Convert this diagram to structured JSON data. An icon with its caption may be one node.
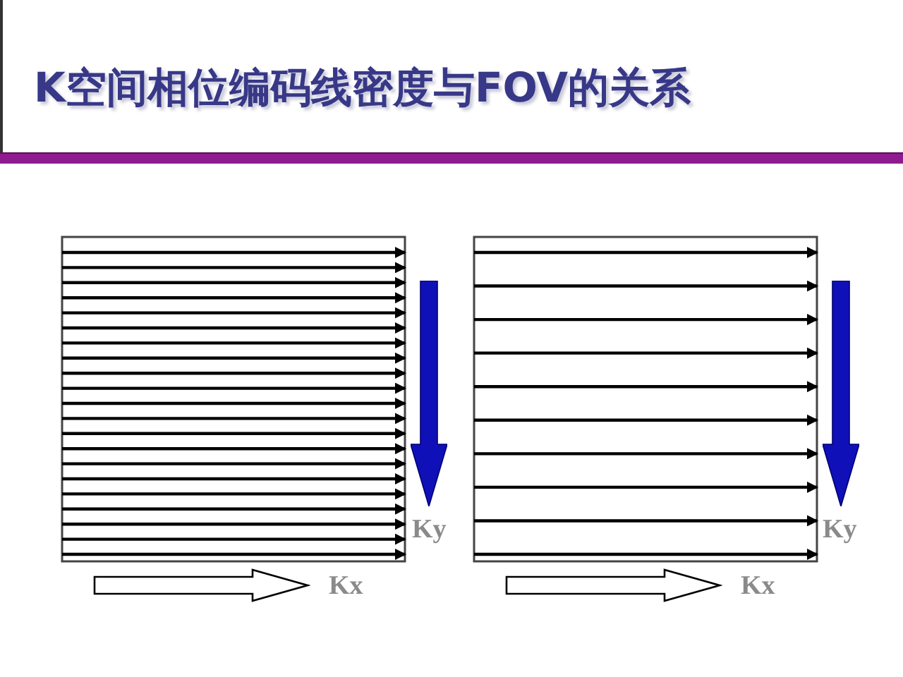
{
  "diagram": {
    "title": "K空间相位编码线密度与FOV的关系",
    "labels": [
      "Ky",
      "Ky",
      "Kx",
      "Kx"
    ]
  }
}
